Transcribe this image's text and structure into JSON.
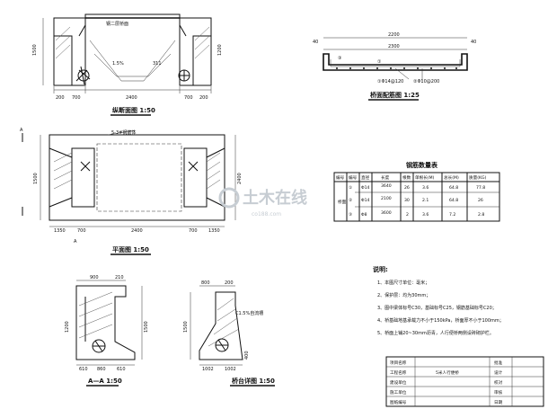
{
  "views": {
    "longitudinal": {
      "title": "纵断面图 1:50",
      "top_label": "钢二层桥面",
      "dims": [
        "200",
        "700",
        "2400",
        "700",
        "200"
      ],
      "heights": [
        "1500",
        "1200"
      ],
      "side_marks": [
        "1.5%",
        "311"
      ]
    },
    "rebar": {
      "title": "桥面配筋图 1:25",
      "width": "2200",
      "inner": "2300",
      "side": [
        "40",
        "40"
      ],
      "bar_a": "③",
      "bar_b": "①",
      "spec1": "①Φ14@120",
      "spec2": "②Φ10@200"
    },
    "plan": {
      "title": "平面图 1:50",
      "section_mark": "A",
      "callout": "5-3#钢筋体",
      "dims": [
        "1350",
        "700",
        "2400",
        "700",
        "1350"
      ],
      "heights": [
        "1500",
        "2400"
      ]
    },
    "section": {
      "title": "A—A 1:50",
      "dims_top": [
        "900",
        "210"
      ],
      "dims_bottom": [
        "610",
        "860",
        "610"
      ],
      "heights": [
        "1500",
        "1200"
      ]
    },
    "abutment": {
      "title": "桥台详图 1:50",
      "dims_top": [
        "800",
        "200"
      ],
      "dims_bottom": [
        "1002",
        "1002"
      ],
      "heights": [
        "1500",
        "400"
      ],
      "marks": [
        "C1.5%自流槽"
      ]
    }
  },
  "table": {
    "title": "钢筋数量表",
    "headers": [
      "编号",
      "编号",
      "直径",
      "长度",
      "根数",
      "单根长(M)",
      "总长(M)",
      "质量(KG)"
    ],
    "group": "桥面",
    "rows": [
      {
        "no": "①",
        "dia": "Φ14",
        "len": "3640",
        "cnt": "26",
        "unit": "3.6",
        "total": "64.8",
        "mass": "77.8"
      },
      {
        "no": "②",
        "dia": "Φ14",
        "len": "2100",
        "cnt": "30",
        "unit": "2.1",
        "total": "64.8",
        "mass": "26"
      },
      {
        "no": "③",
        "dia": "Φ8",
        "len": "3600",
        "cnt": "2",
        "unit": "3.6",
        "total": "7.2",
        "mass": "2.8"
      }
    ]
  },
  "notes": {
    "title": "说明:",
    "items": [
      "1、本图尺寸单位：毫米；",
      "2、保护层：均为30mm；",
      "3、图中梁体标号C30，基础标号C25，钢筋基础标号C20；",
      "4、桥基础地基承载力不小于150kPa，桥面厚不小于100mm；",
      "5、桥面上铺20~30mm沥青，人行便桥两侧设砖砌护栏。"
    ]
  },
  "title_block": {
    "rows": [
      {
        "label": "项目名称",
        "value": "",
        "role": "批准",
        "sig": ""
      },
      {
        "label": "工程名称",
        "value": "5米人行便桥",
        "role": "设计",
        "sig": ""
      },
      {
        "label": "建设单位",
        "value": "",
        "role": "校对",
        "sig": ""
      },
      {
        "label": "施工单位",
        "value": "",
        "role": "审核",
        "sig": ""
      },
      {
        "label": "图纸编号",
        "value": "",
        "role": "日期",
        "sig": ""
      }
    ]
  },
  "watermark": {
    "main": "土木在线",
    "sub": "co188.com"
  },
  "colors": {
    "ink": "#111111",
    "paper": "#ffffff",
    "watermark": "#c7cdd3"
  }
}
